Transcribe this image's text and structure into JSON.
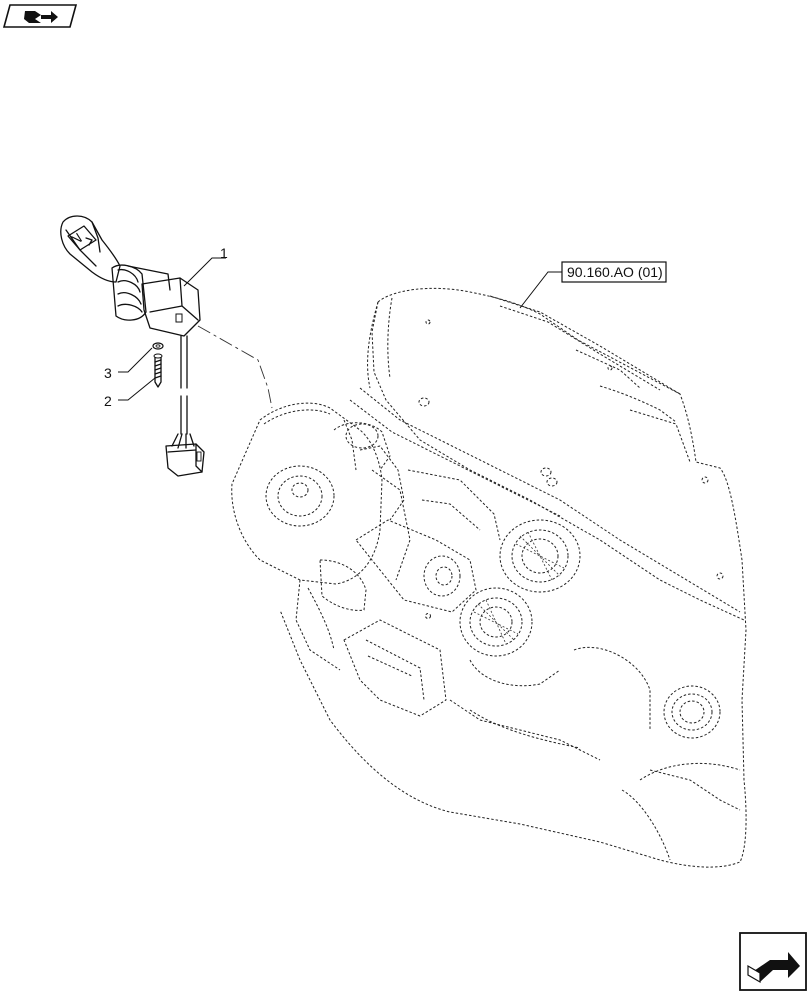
{
  "navigation": {
    "top_icon": "book-arrow-icon",
    "bottom_icon": "next-page-arrow-icon"
  },
  "callouts": [
    {
      "id": "c1",
      "label": "1"
    },
    {
      "id": "c2",
      "label": "2"
    },
    {
      "id": "c3",
      "label": "3"
    }
  ],
  "references": [
    {
      "id": "r1",
      "label": "90.160.AO (01)"
    }
  ],
  "lever_symbol": "N"
}
